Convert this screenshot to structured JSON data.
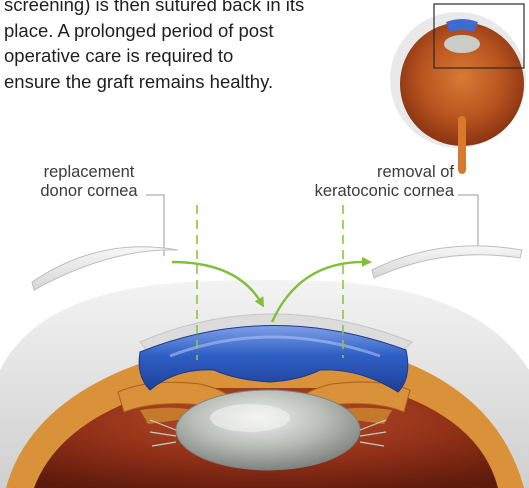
{
  "intro": {
    "lines": [
      "screening) is then sutured back in its",
      "place. A prolonged period of post",
      "operative care is required to",
      "ensure the graft remains healthy."
    ]
  },
  "labels": {
    "donor": [
      "replacement",
      "donor cornea"
    ],
    "removal": [
      "removal of",
      "keratoconic cornea"
    ]
  },
  "colors": {
    "arrow": "#7fbf3a",
    "guide": "#8cc63f",
    "cornea_blue": "#2f5fc4",
    "iris": "#d9923a",
    "eye_interior": "#7a2412",
    "sclera": "#e7e7e7"
  }
}
